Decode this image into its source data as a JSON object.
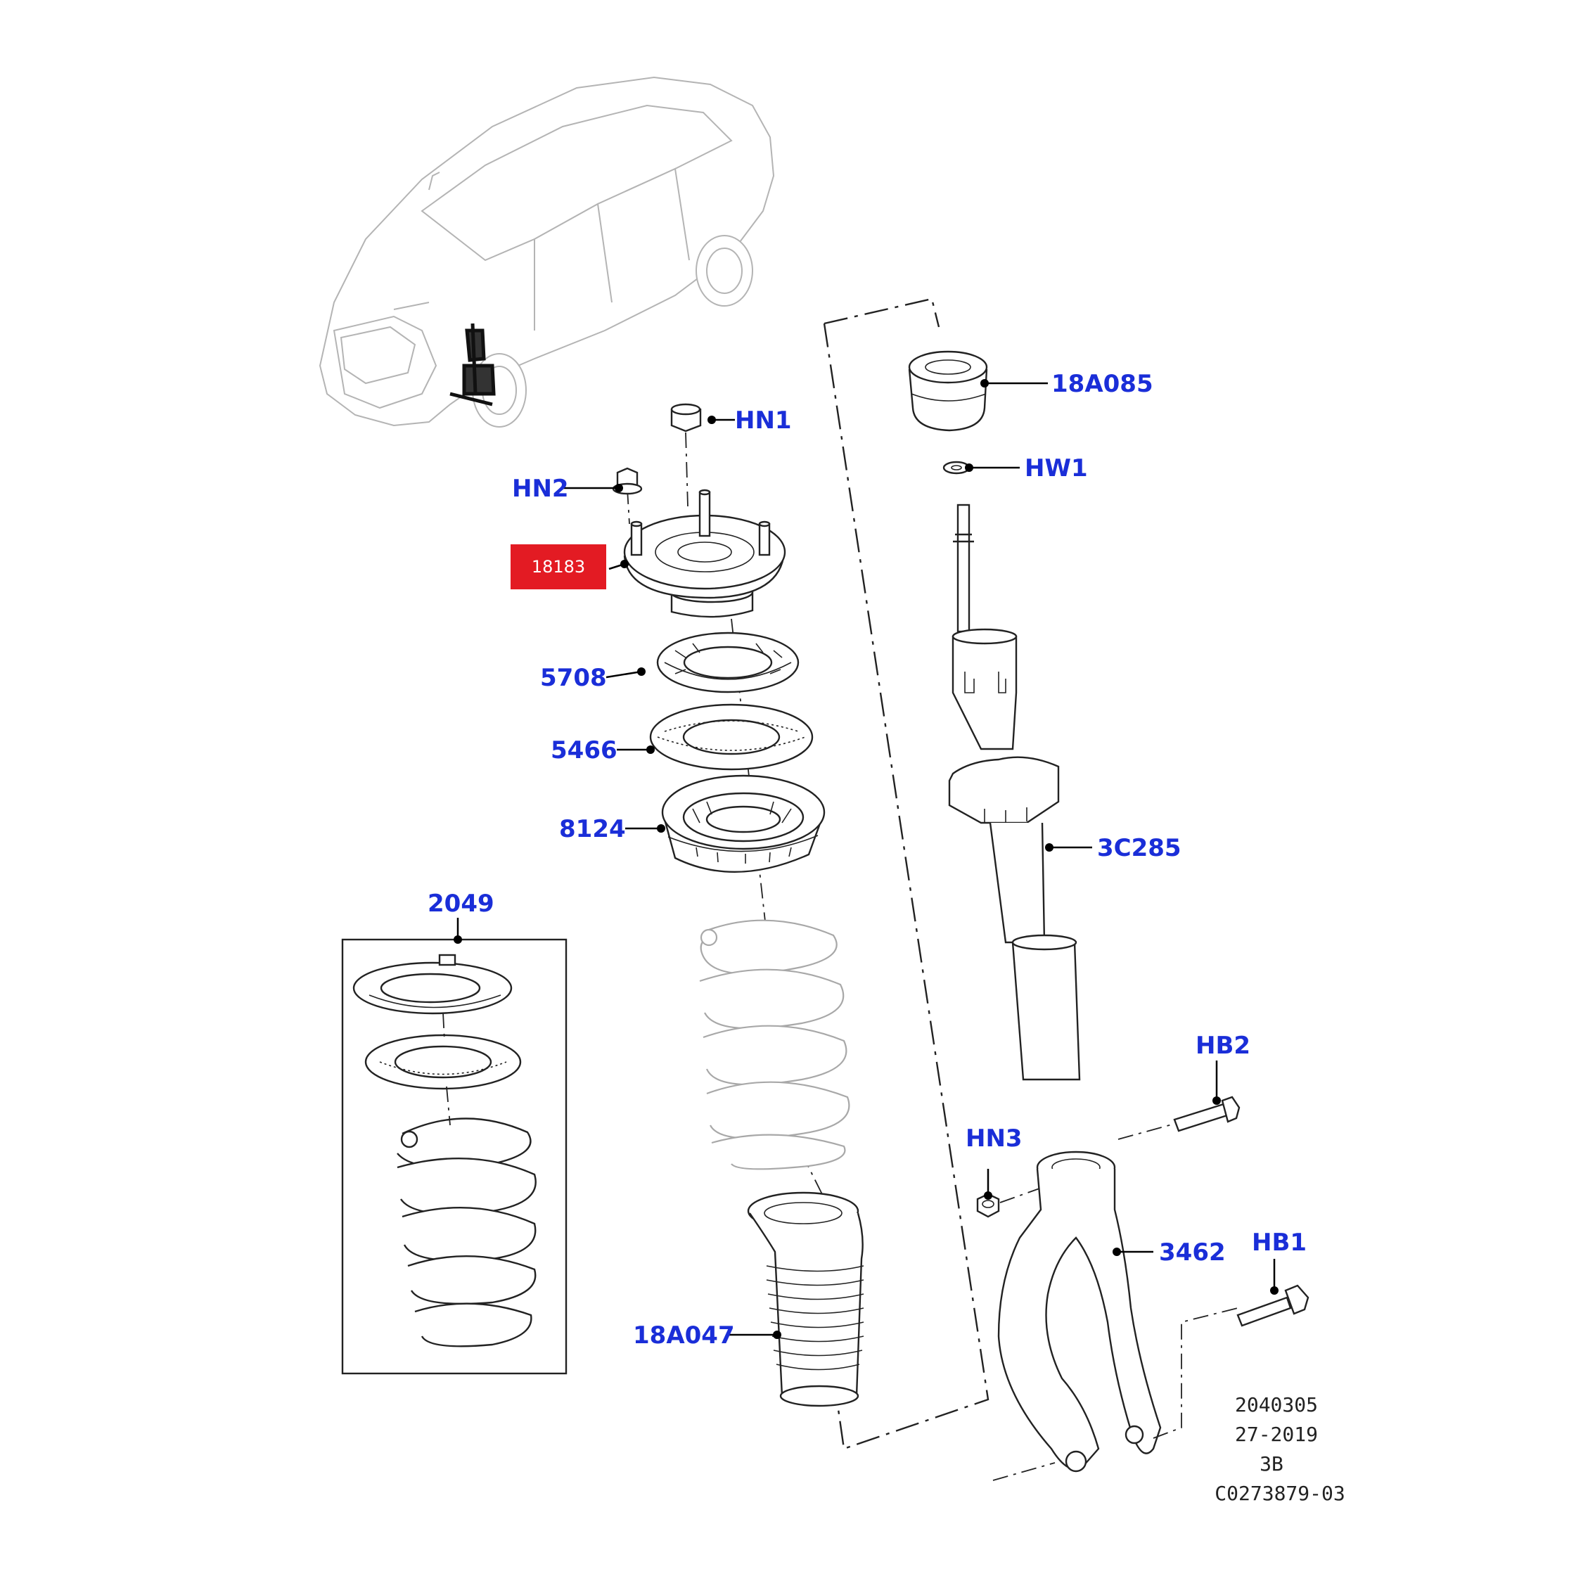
{
  "diagram": {
    "highlighted_part": "18183",
    "parts": {
      "hn1": "HN1",
      "hn2": "HN2",
      "p5708": "5708",
      "p5466": "5466",
      "p8124": "8124",
      "p2049": "2049",
      "p18a047": "18A047",
      "p18a085": "18A085",
      "hw1": "HW1",
      "p3c285": "3C285",
      "hb2": "HB2",
      "hn3": "HN3",
      "p3462": "3462",
      "hb1": "HB1"
    },
    "footer": {
      "line1": "2040305",
      "line2": "27-2019",
      "line3": "3B",
      "line4": "C0273879-03"
    },
    "colors": {
      "label": "#1a2ed8",
      "highlight": "#e31b23",
      "line": "#000000"
    }
  }
}
